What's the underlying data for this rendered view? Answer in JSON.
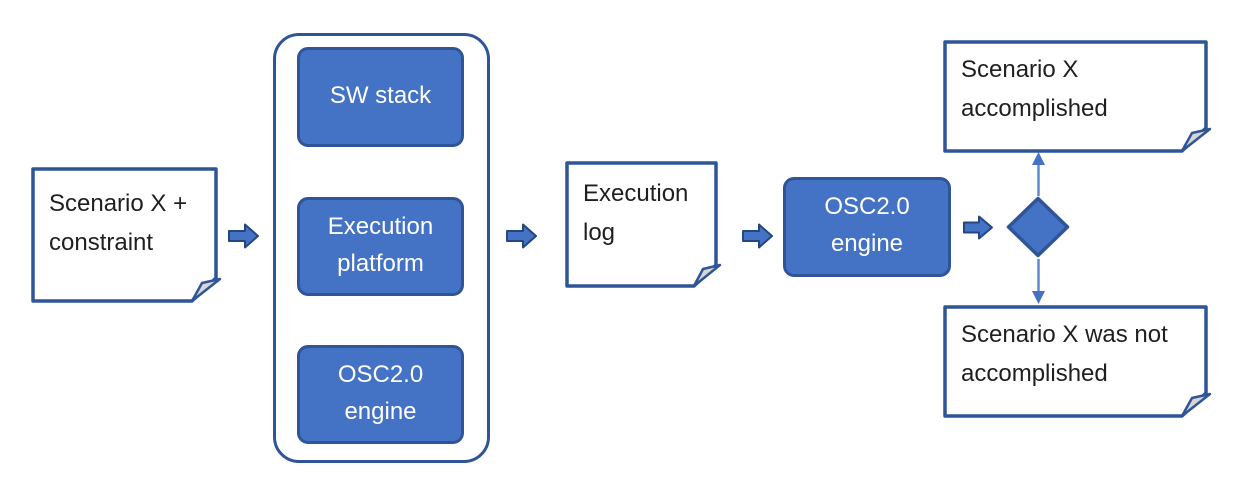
{
  "diagram": {
    "type": "flowchart",
    "colors": {
      "process_fill": "#4472C4",
      "process_border": "#2F5597",
      "document_border": "#2F5597",
      "document_fill": "#ffffff",
      "fold_fill": "#d6d6d6",
      "block_arrow_fill": "#4472C4",
      "block_arrow_border": "#24477F",
      "connector_line": "#5B8AD0",
      "connector_head": "#4472C4",
      "text_dark": "#1f1f1f",
      "text_light": "#ffffff"
    },
    "nodes": {
      "scenario_input": {
        "shape": "document",
        "lines": [
          "Scenario X +",
          "constraint"
        ]
      },
      "sw_stack": {
        "shape": "process",
        "label": "SW stack"
      },
      "execution_platform": {
        "shape": "process",
        "lines": [
          "Execution",
          "platform"
        ]
      },
      "osc_engine_stack": {
        "shape": "process",
        "lines": [
          "OSC2.0",
          "engine"
        ]
      },
      "execution_log": {
        "shape": "document",
        "lines": [
          "Execution",
          "log"
        ]
      },
      "osc_engine_main": {
        "shape": "process",
        "lines": [
          "OSC2.0",
          "engine"
        ]
      },
      "decision": {
        "shape": "decision",
        "label": ""
      },
      "scenario_accomplished": {
        "shape": "document",
        "lines": [
          "Scenario X",
          "accomplished"
        ]
      },
      "scenario_not_accomplished": {
        "shape": "document",
        "lines": [
          "Scenario X was not",
          "accomplished"
        ]
      }
    },
    "edges": [
      {
        "from": "scenario_input",
        "to": "execution_stack_frame",
        "style": "block-arrow-right"
      },
      {
        "from": "execution_stack_frame",
        "to": "execution_log",
        "style": "block-arrow-right"
      },
      {
        "from": "execution_log",
        "to": "osc_engine_main",
        "style": "block-arrow-right"
      },
      {
        "from": "osc_engine_main",
        "to": "decision",
        "style": "block-arrow-right"
      },
      {
        "from": "decision",
        "to": "scenario_accomplished",
        "style": "thin-arrow-up"
      },
      {
        "from": "decision",
        "to": "scenario_not_accomplished",
        "style": "thin-arrow-down"
      }
    ]
  }
}
